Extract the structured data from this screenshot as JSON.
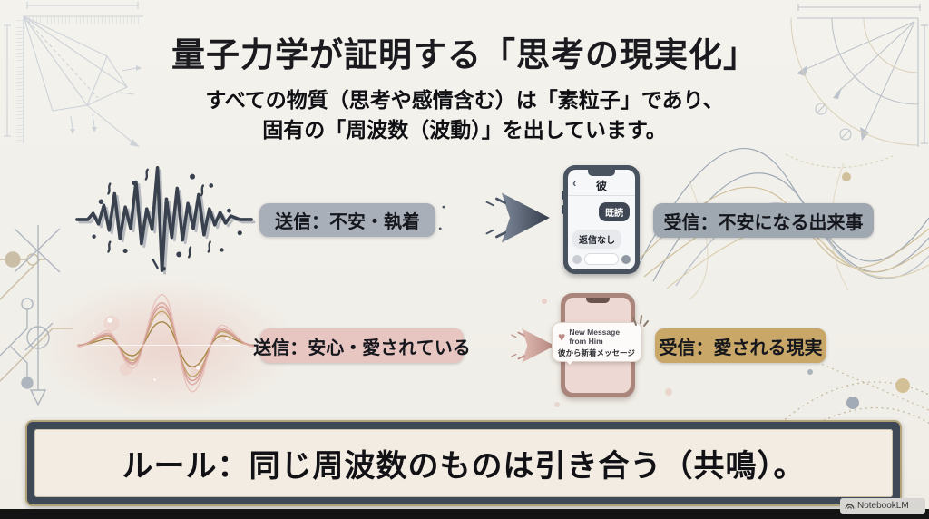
{
  "slide": {
    "title": "量子力学が証明する「思考の現実化」",
    "subtitle_line1": "すべての物質（思考や感情含む）は「素粒子」であり、",
    "subtitle_line2": "固有の「周波数（波動）」を出しています。"
  },
  "anxiety_row": {
    "send_label": "送信：不安・執着",
    "receive_label": "受信：不安になる出来事",
    "phone": {
      "back_icon": "‹",
      "contact_name": "彼",
      "read_receipt": "既読",
      "no_reply": "返信なし"
    }
  },
  "love_row": {
    "send_label": "送信：安心・愛されている",
    "receive_label": "受信：愛される現実",
    "phone": {
      "heart_icon": "♥",
      "notification_title_line1": "New Message",
      "notification_title_line2": "from Him",
      "notification_body": "彼から新着メッセージ"
    }
  },
  "rule_banner": {
    "text": "ルール：同じ周波数のものは引き合う（共鳴）。"
  },
  "watermark": {
    "label": "NotebookLM"
  },
  "colors": {
    "background": "#f2f0ea",
    "anxiety_send_pill": "#a8afb9",
    "anxiety_receive_pill": "#9fa7b1",
    "love_send_pill": "#e7c5c1",
    "love_receive_pill": "#c9a768",
    "anxiety_accent": "#39414e",
    "love_accent": "#c79e97",
    "phone_dark_frame": "#49525f",
    "phone_pink_frame": "#aa857c",
    "banner_frame": "#3f4856",
    "banner_gold_trim": "#b3a379",
    "banner_background": "#f2ece2"
  }
}
